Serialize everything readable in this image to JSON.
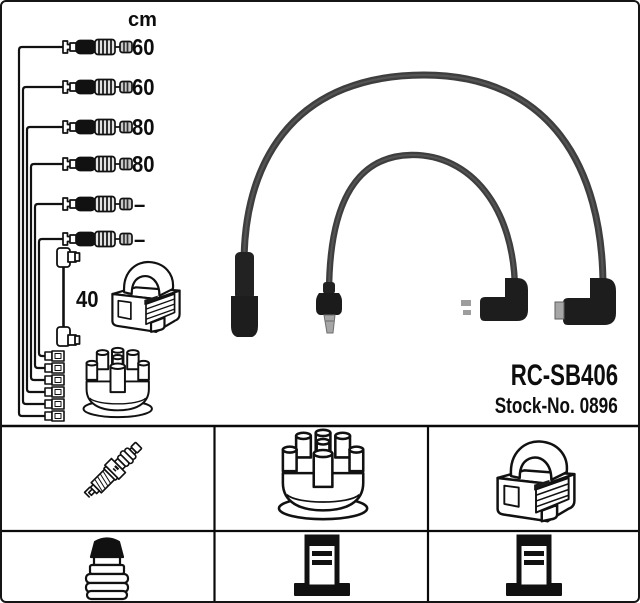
{
  "product": {
    "part_number": "RC-SB406",
    "stock_label": "Stock-No.",
    "stock_number": "0896"
  },
  "diagram": {
    "unit_header": "cm",
    "wire_rows": [
      {
        "length_label": "60"
      },
      {
        "length_label": "60"
      },
      {
        "length_label": "80"
      },
      {
        "length_label": "80"
      },
      {
        "length_label": "–"
      },
      {
        "length_label": "–"
      }
    ],
    "coil_wire_length": "40",
    "drawings": [
      "plug-connector-assembly",
      "distributor-terminal-stack",
      "coil-lead-with-elbow-boots",
      "ignition-coil",
      "distributor-cap",
      "long-cable-photo-straight-boot-to-elbow-boot",
      "short-cable-photo-straight-plug-to-elbow-connector"
    ]
  },
  "legend_table": {
    "columns": 3,
    "rows": 2,
    "cells": [
      {
        "icon": "spark-plug-icon"
      },
      {
        "icon": "distributor-cap-icon"
      },
      {
        "icon": "ignition-coil-icon"
      },
      {
        "icon": "plug-boot-terminal-icon"
      },
      {
        "icon": "distributor-post-terminal-icon"
      },
      {
        "icon": "coil-post-terminal-icon"
      }
    ]
  },
  "colors": {
    "line_art": "#111111",
    "cable": "#3e3e3e",
    "cable_highlight": "#666666",
    "boot_black": "#1d1d1d",
    "metal_gray": "#a6a6a6",
    "background": "#ffffff",
    "border": "#151515"
  }
}
